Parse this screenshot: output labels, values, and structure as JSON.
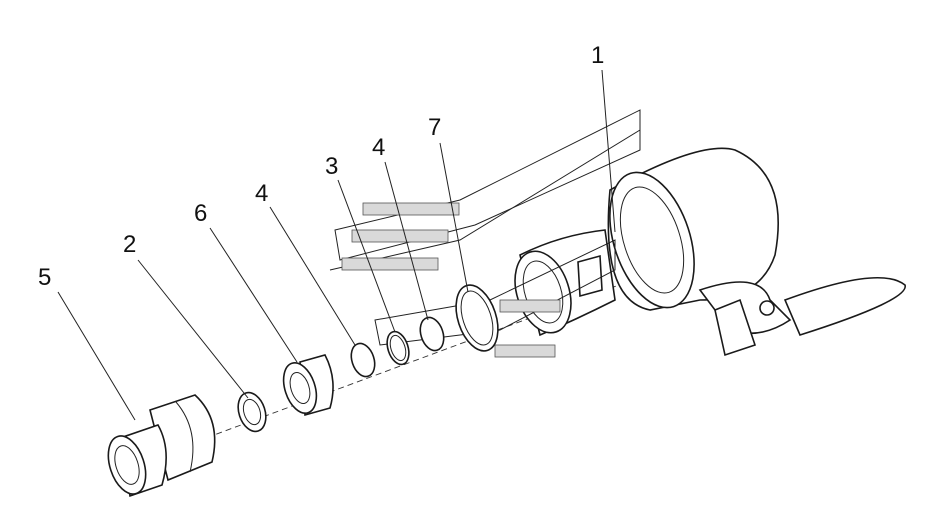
{
  "callouts": [
    {
      "id": "callout-5",
      "text": "5"
    },
    {
      "id": "callout-2",
      "text": "2"
    },
    {
      "id": "callout-6",
      "text": "6"
    },
    {
      "id": "callout-4a",
      "text": "4"
    },
    {
      "id": "callout-3",
      "text": "3"
    },
    {
      "id": "callout-4b",
      "text": "4"
    },
    {
      "id": "callout-7",
      "text": "7"
    },
    {
      "id": "callout-1",
      "text": "1"
    }
  ]
}
